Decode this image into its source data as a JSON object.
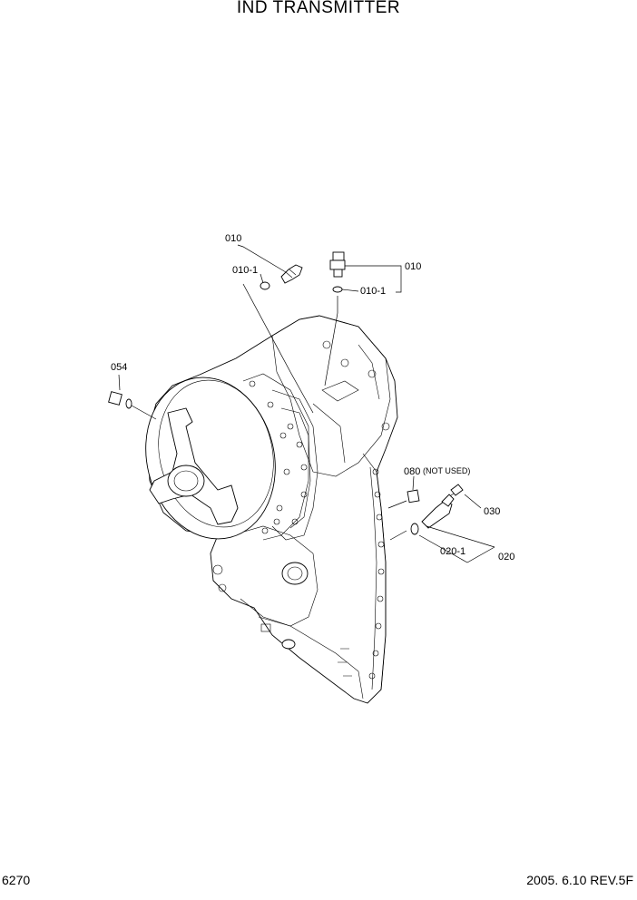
{
  "title": "IND TRANSMITTER",
  "page_number": "6270",
  "revision": "2005. 6.10  REV.5F",
  "callouts": {
    "c010_left": "010",
    "c010_1_left": "010-1",
    "c010_right": "010",
    "c010_1_right": "010-1",
    "c054": "054",
    "c080": "080",
    "c080_note": "(NOT USED)",
    "c030": "030",
    "c020_1": "020-1",
    "c020": "020"
  }
}
